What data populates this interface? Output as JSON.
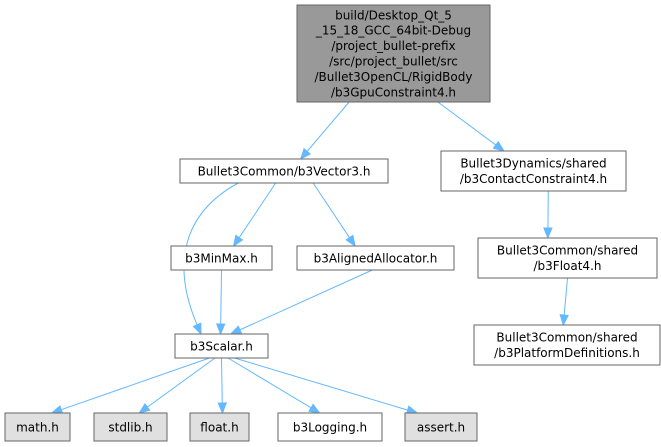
{
  "colors": {
    "root_fill": "#999999",
    "node_fill": "#ffffff",
    "system_fill": "#e0e0e0",
    "border": "#666666",
    "edge": "#63b8ff"
  },
  "nodes": [
    {
      "id": "root",
      "kind": "root",
      "lines": [
        "build/Desktop_Qt_5",
        "_15_18_GCC_64bit-Debug",
        "/project_bullet-prefix",
        "/src/project_bullet/src",
        "/Bullet3OpenCL/RigidBody",
        "/b3GpuConstraint4.h"
      ]
    },
    {
      "id": "vector3",
      "kind": "file",
      "lines": [
        "Bullet3Common/b3Vector3.h"
      ]
    },
    {
      "id": "contact",
      "kind": "file",
      "lines": [
        "Bullet3Dynamics/shared",
        "/b3ContactConstraint4.h"
      ]
    },
    {
      "id": "minmax",
      "kind": "file",
      "lines": [
        "b3MinMax.h"
      ]
    },
    {
      "id": "aligned",
      "kind": "file",
      "lines": [
        "b3AlignedAllocator.h"
      ]
    },
    {
      "id": "float4",
      "kind": "file",
      "lines": [
        "Bullet3Common/shared",
        "/b3Float4.h"
      ]
    },
    {
      "id": "scalar",
      "kind": "file",
      "lines": [
        "b3Scalar.h"
      ]
    },
    {
      "id": "platform",
      "kind": "file",
      "lines": [
        "Bullet3Common/shared",
        "/b3PlatformDefinitions.h"
      ]
    },
    {
      "id": "math",
      "kind": "system",
      "lines": [
        "math.h"
      ]
    },
    {
      "id": "stdlib",
      "kind": "system",
      "lines": [
        "stdlib.h"
      ]
    },
    {
      "id": "float",
      "kind": "system",
      "lines": [
        "float.h"
      ]
    },
    {
      "id": "logging",
      "kind": "file",
      "lines": [
        "b3Logging.h"
      ]
    },
    {
      "id": "assert",
      "kind": "system",
      "lines": [
        "assert.h"
      ]
    }
  ],
  "edges": [
    {
      "from": "root",
      "to": "vector3"
    },
    {
      "from": "root",
      "to": "contact"
    },
    {
      "from": "vector3",
      "to": "minmax"
    },
    {
      "from": "vector3",
      "to": "aligned"
    },
    {
      "from": "vector3",
      "to": "scalar"
    },
    {
      "from": "minmax",
      "to": "scalar"
    },
    {
      "from": "aligned",
      "to": "scalar"
    },
    {
      "from": "contact",
      "to": "float4"
    },
    {
      "from": "float4",
      "to": "platform"
    },
    {
      "from": "scalar",
      "to": "math"
    },
    {
      "from": "scalar",
      "to": "stdlib"
    },
    {
      "from": "scalar",
      "to": "float"
    },
    {
      "from": "scalar",
      "to": "logging"
    },
    {
      "from": "scalar",
      "to": "assert"
    }
  ]
}
